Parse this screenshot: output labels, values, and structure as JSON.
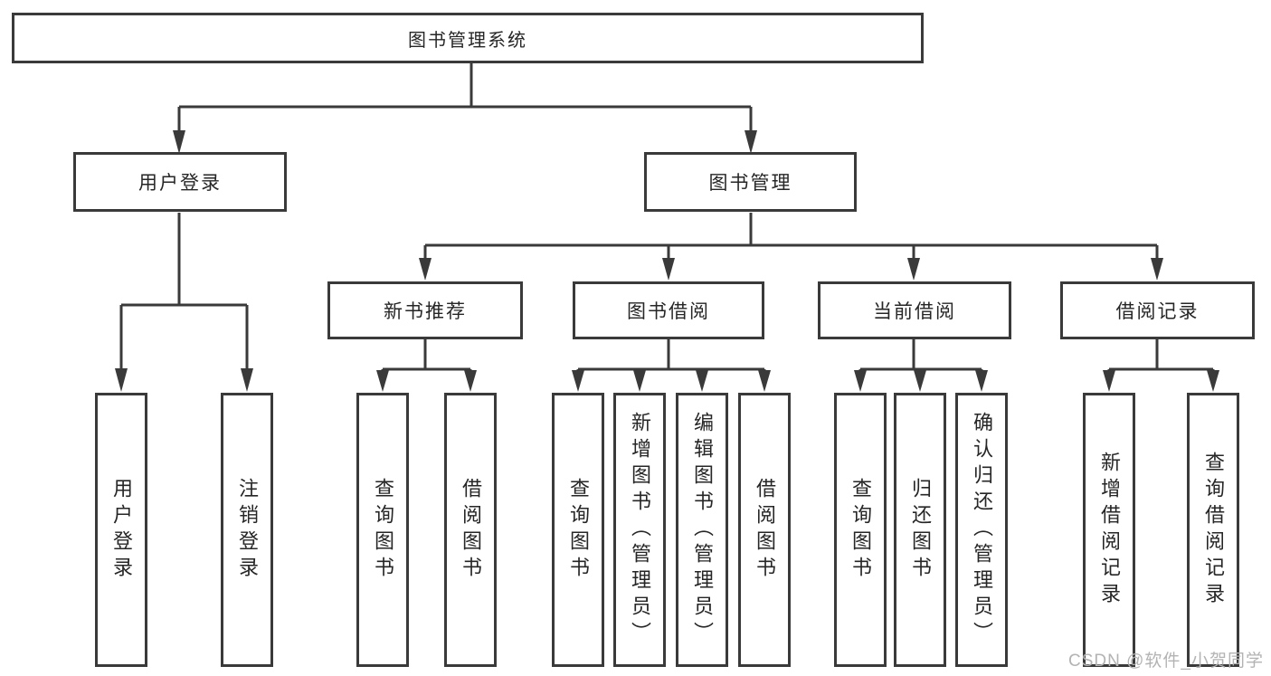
{
  "diagram": {
    "tree": {
      "label": "图书管理系统",
      "children": [
        {
          "label": "用户登录",
          "children": [
            {
              "label": "用户登录"
            },
            {
              "label": "注销登录"
            }
          ]
        },
        {
          "label": "图书管理",
          "children": [
            {
              "label": "新书推荐",
              "children": [
                {
                  "label": "查询图书"
                },
                {
                  "label": "借阅图书"
                }
              ]
            },
            {
              "label": "图书借阅",
              "children": [
                {
                  "label": "查询图书"
                },
                {
                  "label": "新增图书（管理员）"
                },
                {
                  "label": "编辑图书（管理员）"
                },
                {
                  "label": "借阅图书"
                }
              ]
            },
            {
              "label": "当前借阅",
              "children": [
                {
                  "label": "查询图书"
                },
                {
                  "label": "归还图书"
                },
                {
                  "label": "确认归还（管理员）"
                }
              ]
            },
            {
              "label": "借阅记录",
              "children": [
                {
                  "label": "新增借阅记录"
                },
                {
                  "label": "查询借阅记录"
                }
              ]
            }
          ]
        }
      ]
    },
    "colors": {
      "line": "#3a3a3a",
      "text": "#262626",
      "watermark": "#b3b3b3"
    }
  },
  "watermark": {
    "text": "CSDN @软件_小贺同学"
  }
}
